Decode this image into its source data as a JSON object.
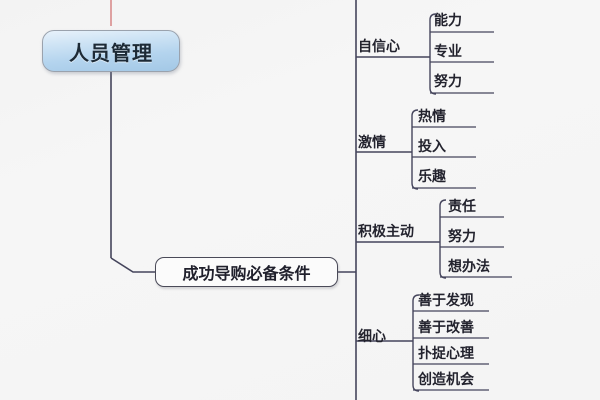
{
  "canvas": {
    "background_color": "#f4f4f4",
    "line_color": "#45455c",
    "accent_top_line_color": "#d98c8c"
  },
  "root": {
    "label": "人员管理",
    "fill_color": "#b4d4ee",
    "border_color": "#9aa2ad",
    "text_color": "#1d2a36"
  },
  "topic": {
    "label": "成功导购必备条件",
    "fill_color": "#fbfbfb",
    "border_color": "#4a4a58",
    "text_color": "#20202c"
  },
  "branches": [
    {
      "label": "自信心",
      "children": [
        {
          "label": "能力"
        },
        {
          "label": "专业"
        },
        {
          "label": "努力"
        }
      ]
    },
    {
      "label": "激情",
      "children": [
        {
          "label": "热情"
        },
        {
          "label": "投入"
        },
        {
          "label": "乐趣"
        }
      ]
    },
    {
      "label": "积极主动",
      "children": [
        {
          "label": "责任"
        },
        {
          "label": "努力"
        },
        {
          "label": "想办法"
        }
      ]
    },
    {
      "label": "细心",
      "children": [
        {
          "label": "善于发现"
        },
        {
          "label": "善于改善"
        },
        {
          "label": "扑捉心理"
        },
        {
          "label": "创造机会"
        }
      ]
    }
  ]
}
